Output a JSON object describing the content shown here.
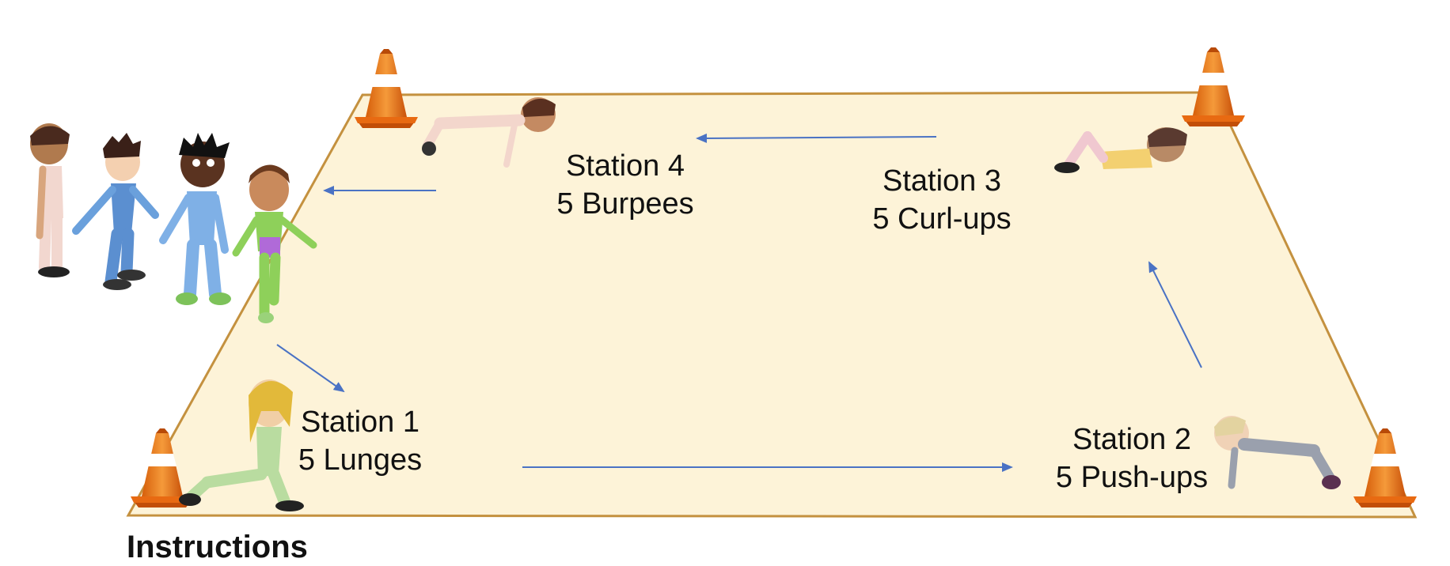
{
  "stations": [
    {
      "id": "station-1",
      "title": "Station 1",
      "exercise": "5 Lunges"
    },
    {
      "id": "station-2",
      "title": "Station 2",
      "exercise": "5 Push-ups"
    },
    {
      "id": "station-3",
      "title": "Station 3",
      "exercise": "5 Curl-ups"
    },
    {
      "id": "station-4",
      "title": "Station 4",
      "exercise": "5 Burpees"
    }
  ],
  "footer": {
    "heading": "Instructions"
  },
  "colors": {
    "field_fill": "#fdf3d8",
    "field_border": "#c4913f",
    "arrow": "#4a72c4",
    "cone_orange": "#f07a1a",
    "cone_white": "#ffffff"
  },
  "icons": [
    "traffic-cone-icon",
    "student-figure-icon"
  ]
}
